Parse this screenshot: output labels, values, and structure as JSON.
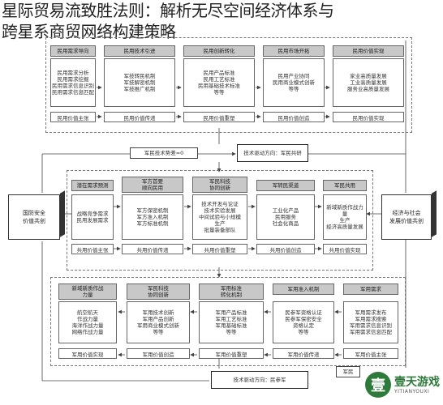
{
  "title": {
    "line1": "星际贸易流致胜法则：解析无尽空间经济体系与",
    "line2": "跨星系商贸网络构建策略"
  },
  "top_section": {
    "columns": [
      {
        "header": "民用需求导向",
        "body": "民用需求分析\n民用需求挖掘\n民用需求信息识别\n民用需求信息匹配"
      },
      {
        "header": "民用技术引进",
        "body": "军技转民机制\n军技解密机制\n军技推广机制"
      },
      {
        "header": "民用创新转化",
        "body": "民用产品标准\n民用工艺标准\n民用基础技术标准\n等等"
      },
      {
        "header": "民用市场开拓",
        "body": "民用产业协同\n民用商业模式创新\n等等"
      },
      {
        "header": "民用价值实现",
        "body": "家业高质量发展\n工业高质量发展\n服务业高质量发展"
      }
    ],
    "footers": [
      "民用价值主张",
      "民用价值传递",
      "民用价值重塑",
      "民用价值创造",
      "民用价值实现"
    ]
  },
  "mid_labels": {
    "left_arrow": "军民技术势差=0",
    "right_box": "技术驱动方向：军民共研"
  },
  "middle_section": {
    "columns": [
      {
        "header": "潜在需求预测",
        "body": "战略竞争需求\n民用发展需求"
      },
      {
        "header": "军方首要\n顺向民用",
        "body": "军方保密机制\n军方准入机制\n军方标准机制"
      },
      {
        "header": "军民科技\n协同创新",
        "body": "技术开发与论证\n技术实验发展\n中间试验与小规模\n生产\n批量装备部队"
      },
      {
        "header": "军转民渠道",
        "body": "工业化产品\n民用服务\n社会化商品"
      },
      {
        "header": "军民共用",
        "body": "新域新质作战力量\n生产\n经济高质量发展"
      }
    ],
    "footers": [
      "共用价值主张",
      "共用价值传递",
      "共用价值重塑",
      "共用价值创造",
      "共用价值实现"
    ]
  },
  "side_left": "国防安全\n价值共创",
  "side_right": "经济与社会\n发展价值共创",
  "bottom_section": {
    "columns": [
      {
        "header": "新域新质作战\n力量",
        "body": "航空航天\n作战力量\n海洋作战力量\n网络作战力量"
      },
      {
        "header": "军民科技\n协同创新",
        "body": "军用技术创新\n军用产品创新\n军用商业模式创新\n等等"
      },
      {
        "header": "军用标准\n转化机制",
        "body": "军用产品标准\n军用工艺标准\n军用基础标准\n等等"
      },
      {
        "header": "军用准入机制",
        "body": "民参军资格认证\n民参军保密安全\n资格认定\n等等"
      },
      {
        "header": "军用需求",
        "body": "军用需求发布\n军用需求搜索\n军用需求信息识别\n军用需求信息匹配"
      }
    ],
    "footers": [
      "军用价值实现",
      "军用价值创造",
      "军用价值重塑",
      "军用价值传递",
      "军用价值主张"
    ]
  },
  "bottom_labels": {
    "center_box": "技术驱动方向：民参军",
    "right_partial": "军民"
  },
  "logo": {
    "name": "壹天游戏",
    "sub": "YITIANYOUXI",
    "mark": "壹"
  }
}
